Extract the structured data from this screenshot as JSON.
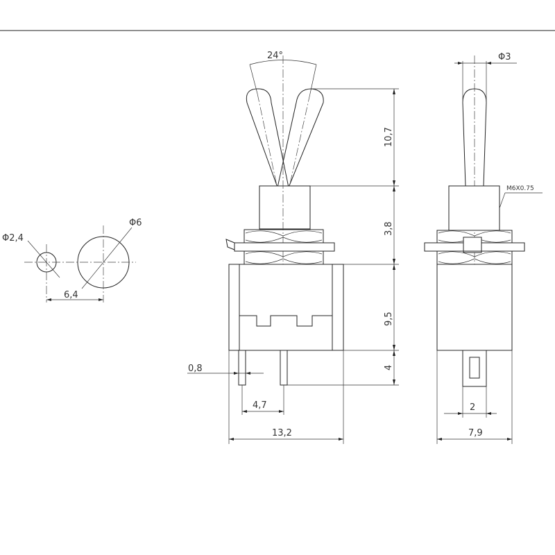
{
  "dimensions": {
    "hole_small": "Φ2,4",
    "hole_large": "Φ6",
    "hole_spacing": "6,4",
    "lever_angle": "24°",
    "lever_diameter": "Φ3",
    "lever_length": "10,7",
    "bushing_height": "3,8",
    "body_height": "9,5",
    "terminal_length": "4",
    "terminal_width": "0,8",
    "terminal_pitch": "4,7",
    "body_width": "13,2",
    "thread_spec": "M6X0.75",
    "terminal_side_width": "2",
    "body_depth": "7,9"
  },
  "colors": {
    "line": "#222222",
    "background": "#ffffff"
  }
}
